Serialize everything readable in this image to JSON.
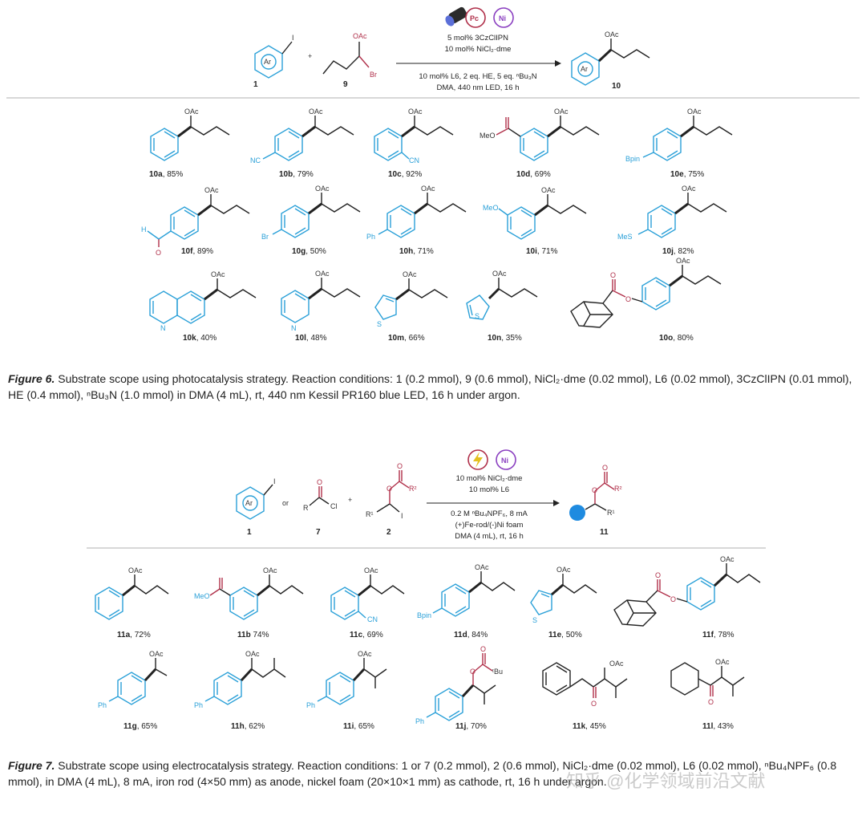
{
  "scheme1": {
    "reactant1_num": "1",
    "reactant2_num": "9",
    "product_num": "10",
    "plus": "+",
    "ar": "Ar",
    "oac": "OAc",
    "br": "Br",
    "iodo": "I",
    "pc_label": "Pc",
    "ni_label": "Ni",
    "cond_top": [
      "5 mol% 3CzClIPN",
      "10 mol% NiCl₂·dme"
    ],
    "cond_bottom": [
      "10 mol% L6, 2 eq. HE, 5 eq. ⁿBu₃N",
      "DMA, 440 nm LED, 16 h"
    ],
    "products": [
      {
        "id": "10a",
        "yield": ", 85%"
      },
      {
        "id": "10b",
        "yield": ", 79%"
      },
      {
        "id": "10c",
        "yield": ", 92%"
      },
      {
        "id": "10d",
        "yield": ", 69%"
      },
      {
        "id": "10e",
        "yield": ", 75%"
      },
      {
        "id": "10f",
        "yield": ", 89%"
      },
      {
        "id": "10g",
        "yield": ", 50%"
      },
      {
        "id": "10h",
        "yield": ", 71%"
      },
      {
        "id": "10i",
        "yield": ", 71%"
      },
      {
        "id": "10j",
        "yield": ", 82%"
      },
      {
        "id": "10k",
        "yield": ", 40%"
      },
      {
        "id": "10l",
        "yield": ", 48%"
      },
      {
        "id": "10m",
        "yield": ", 66%"
      },
      {
        "id": "10n",
        "yield": ", 35%"
      },
      {
        "id": "10o",
        "yield": ", 80%"
      }
    ],
    "substituents": {
      "nc": "NC",
      "cn": "CN",
      "meo": "MeO",
      "bpin": "Bpin",
      "h": "H",
      "o": "O",
      "brs": "Br",
      "ph": "Ph",
      "mes": "MeS",
      "n": "N",
      "s": "S"
    }
  },
  "caption1": {
    "fig": "Figure 6.",
    "text": " Substrate scope using photocatalysis strategy. Reaction conditions: 1 (0.2 mmol), 9 (0.6 mmol), NiCl₂·dme (0.02 mmol), L6 (0.02 mmol), 3CzClIPN (0.01 mmol), HE (0.4 mmol), ⁿBu₃N (1.0 mmol) in DMA (4 mL), rt, 440 nm Kessil PR160 blue LED, 16 h under argon."
  },
  "scheme2": {
    "reactant1_num": "1",
    "reactant2_num": "7",
    "reactant3_num": "2",
    "product_num": "11",
    "or": "or",
    "plus": "+",
    "ar": "Ar",
    "r": "R",
    "cl": "Cl",
    "o": "O",
    "r1": "R¹",
    "r2": "R²",
    "iodo": "I",
    "ni_label": "Ni",
    "cond_top": [
      "10 mol% NiCl₂·dme",
      "10 mol% L6"
    ],
    "cond_bottom": [
      "0.2 M ⁿBu₄NPF₆, 8 mA",
      "(+)Fe-rod/(-)Ni foam",
      "DMA (4 mL), rt, 16 h"
    ],
    "products": [
      {
        "id": "11a",
        "yield": ", 72%"
      },
      {
        "id": "11b",
        "yield": " 74%"
      },
      {
        "id": "11c",
        "yield": ", 69%"
      },
      {
        "id": "11d",
        "yield": ", 84%"
      },
      {
        "id": "11e",
        "yield": ", 50%"
      },
      {
        "id": "11f",
        "yield": ", 78%"
      },
      {
        "id": "11g",
        "yield": ", 65%"
      },
      {
        "id": "11h",
        "yield": ", 62%"
      },
      {
        "id": "11i",
        "yield": ", 65%"
      },
      {
        "id": "11j",
        "yield": ", 70%"
      },
      {
        "id": "11k",
        "yield": ", 45%"
      },
      {
        "id": "11l",
        "yield": ", 43%"
      }
    ],
    "substituents": {
      "meo": "MeO",
      "cn": "CN",
      "bpin": "Bpin",
      "s": "S",
      "ph": "Ph",
      "tbu": "ᵗBu",
      "o": "O"
    }
  },
  "caption2": {
    "fig": "Figure 7.",
    "text": " Substrate scope using electrocatalysis strategy. Reaction conditions: 1 or 7 (0.2 mmol), 2 (0.6 mmol), NiCl₂·dme (0.02 mmol), L6 (0.02 mmol), ⁿBu₄NPF₆ (0.8 mmol), in DMA (4 mL), 8 mA, iron rod (4×50 mm) as anode, nickel foam (20×10×1 mm) as cathode, rt, 16 h under argon."
  },
  "watermark": "知乎 @化学领域前沿文献",
  "colors": {
    "blue": "#2aa0d8",
    "red": "#b0304a",
    "purple": "#8a3fc0",
    "text": "#222222"
  }
}
